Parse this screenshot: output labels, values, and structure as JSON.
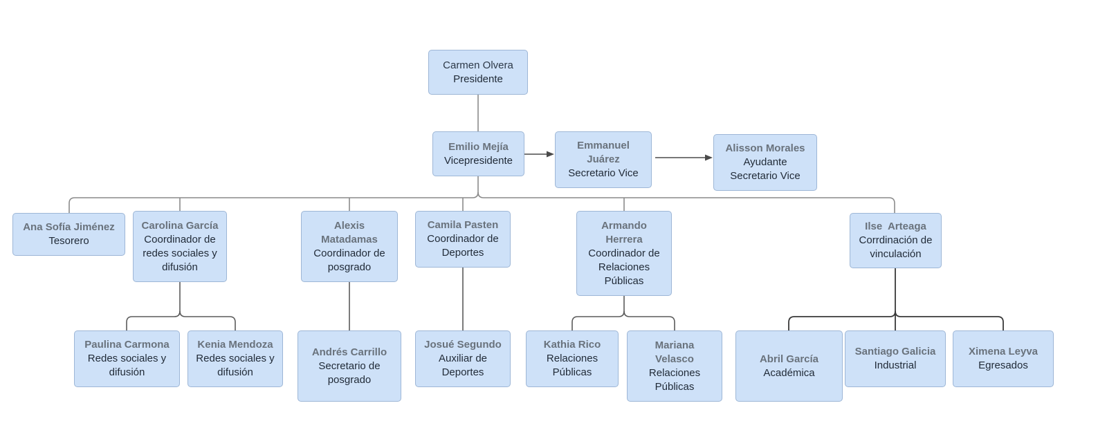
{
  "diagram_type": "org-chart",
  "colors": {
    "box_fill": "#cee1f8",
    "box_border": "#9db6d6",
    "name_text": "#69727c",
    "role_text": "#212b38",
    "connector_gray": "#8a8a8a",
    "connector_mid": "#5a5a5a",
    "connector_dark": "#383838"
  },
  "nodes": {
    "carmen": {
      "name": "Carmen Olvera",
      "role": "Presidente"
    },
    "emilio": {
      "name": "Emilio Mejía",
      "role": "Vicepresidente"
    },
    "emmanuel": {
      "name": "Emmanuel Juárez",
      "role": "Secretario Vice"
    },
    "alisson": {
      "name": "Alisson Morales",
      "role": "Ayudante Secretario Vice"
    },
    "ana": {
      "name": "Ana Sofía Jiménez",
      "role": "Tesorero"
    },
    "carolina": {
      "name": "Carolina García",
      "role": "Coordinador de redes sociales y difusión"
    },
    "alexis": {
      "name": "Alexis Matadamas",
      "role": "Coordinador de posgrado"
    },
    "camila": {
      "name": "Camila Pasten",
      "role": "Coordinador de Deportes"
    },
    "armando": {
      "name": "Armando Herrera",
      "role": "Coordinador de Relaciones Públicas"
    },
    "ilse": {
      "name": "Ilse  Arteaga",
      "role": "Corrdinación de vinculación"
    },
    "paulina": {
      "name": "Paulina Carmona",
      "role": "Redes sociales y difusión"
    },
    "kenia": {
      "name": "Kenia Mendoza",
      "role": "Redes sociales y difusión"
    },
    "andres": {
      "name": "Andrés Carrillo",
      "role": "Secretario de posgrado"
    },
    "josue": {
      "name": "Josué Segundo",
      "role": "Auxiliar de Deportes"
    },
    "kathia": {
      "name": "Kathia Rico",
      "role": "Relaciones Públicas"
    },
    "mariana": {
      "name": "Mariana Velasco",
      "role": "Relaciones Públicas"
    },
    "abril": {
      "name": "Abril García",
      "role": "Académica"
    },
    "santiago": {
      "name": "Santiago Galicia",
      "role": "Industrial"
    },
    "ximena": {
      "name": "Ximena Leyva",
      "role": "Egresados"
    }
  },
  "hierarchy": {
    "carmen": [
      "emilio"
    ],
    "emilio": [
      "ana",
      "carolina",
      "alexis",
      "camila",
      "armando",
      "ilse"
    ],
    "carolina": [
      "paulina",
      "kenia"
    ],
    "alexis": [
      "andres"
    ],
    "camila": [
      "josue"
    ],
    "armando": [
      "kathia",
      "mariana"
    ],
    "ilse": [
      "abril",
      "santiago",
      "ximena"
    ]
  },
  "arrow_links": [
    {
      "from": "emilio",
      "to": "emmanuel"
    },
    {
      "from": "emmanuel",
      "to": "alisson"
    }
  ]
}
